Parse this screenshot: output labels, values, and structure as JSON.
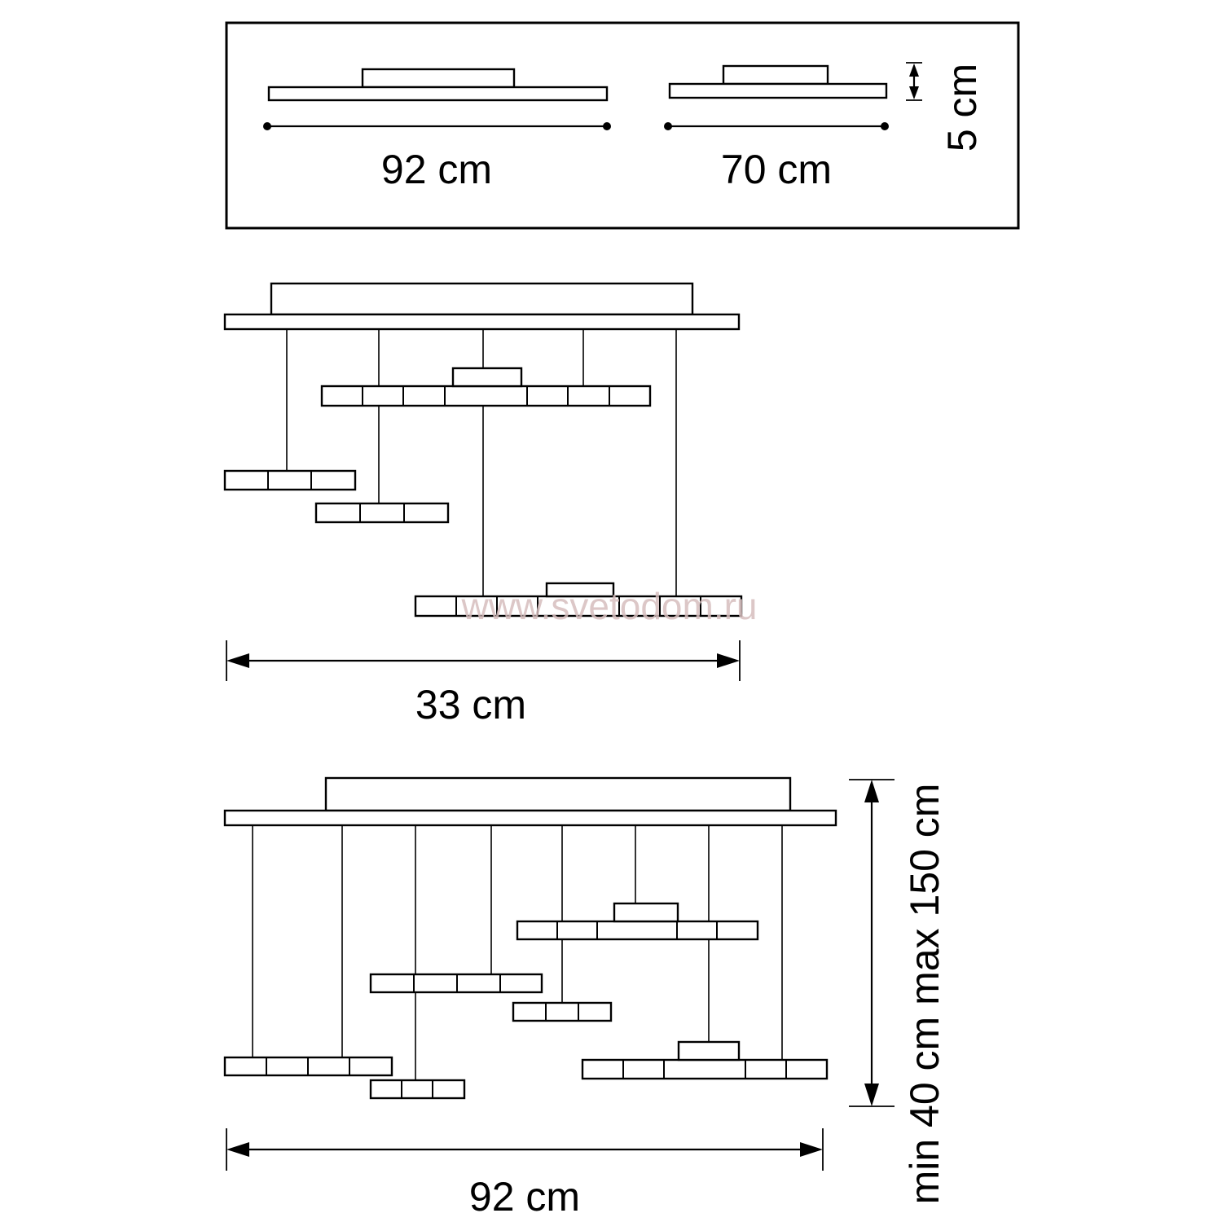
{
  "diagram": {
    "top_panel": {
      "width_large_label": "92 cm",
      "width_small_label": "70 cm",
      "height_label": "5 cm"
    },
    "compact_view": {
      "width_label": "33 cm"
    },
    "extended_view": {
      "width_label": "92 cm",
      "drop_label": "min 40 cm max 150 cm"
    }
  },
  "watermark": "www.svetodom.ru"
}
